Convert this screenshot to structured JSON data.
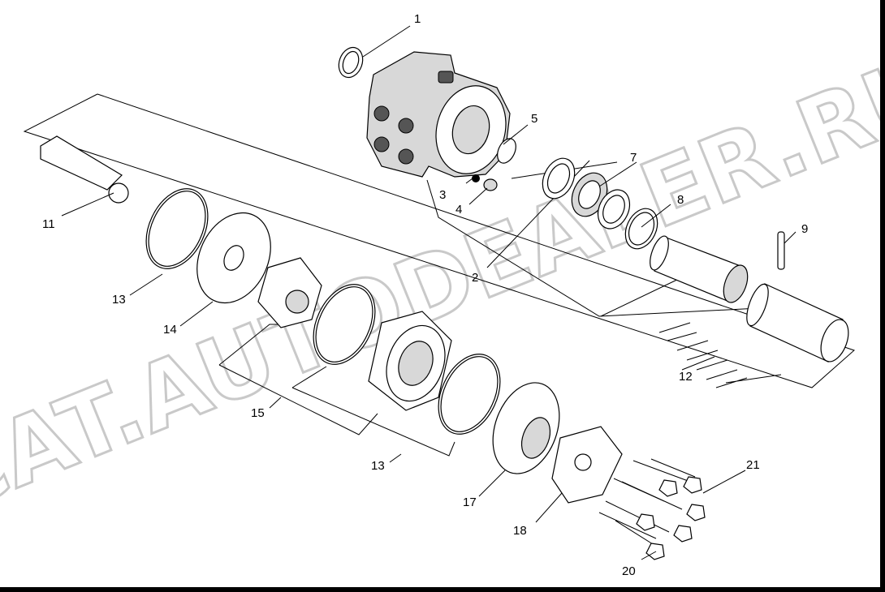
{
  "labels": {
    "p1": "1",
    "p2": "2",
    "p3": "3",
    "p4": "4",
    "p5": "5",
    "p7": "7",
    "p8": "8",
    "p9": "9",
    "p11": "11",
    "p12": "12",
    "p13a": "13",
    "p13b": "13",
    "p14": "14",
    "p15": "15",
    "p17": "17",
    "p18": "18",
    "p20": "20",
    "p21": "21"
  },
  "watermark": "ACAT.AUTODEALER.RU"
}
